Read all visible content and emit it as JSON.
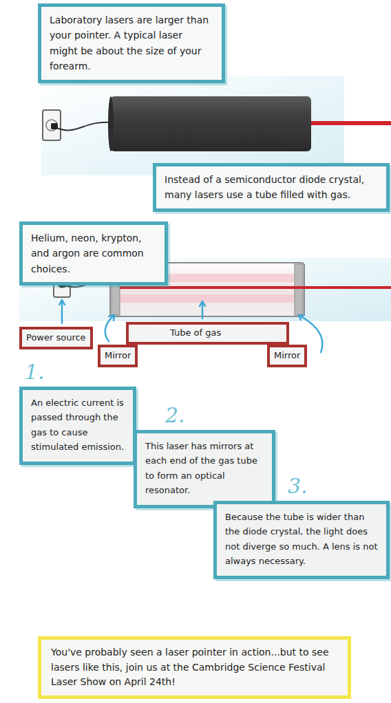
{
  "diagram": {
    "nodes": [
      {
        "text": [
          "Laboratory lasers are larger than your pointer. A typical laser might be about the size of your forearm."
        ]
      },
      {
        "text": [
          "Instead of a semiconductor diode crystal, many lasers use a tube filled with gas."
        ]
      },
      {
        "text": [
          "Helium, neon, krypton, and argon are common choices."
        ]
      },
      {
        "text": [
          "Power source"
        ]
      },
      {
        "text": [
          "Tube of gas"
        ]
      },
      {
        "text": [
          "Mirror"
        ]
      },
      {
        "text": [
          "Mirror"
        ]
      },
      {
        "text": [
          "An electric current is passed through the gas to cause stimulated emission."
        ]
      },
      {
        "text": [
          "This laser has mirrors at each end of the gas tube to form an optical resonator."
        ]
      },
      {
        "text": [
          "Because the tube is wider than the diode crystal, the light does not diverge so much. A lens is not always necessary."
        ]
      },
      {
        "text": [
          "You've probably seen a laser pointer in action...but to see lasers like this, join us at the Cambridge Science Festival Laser Show on April 24th!"
        ]
      }
    ],
    "labels": [
      "1.",
      "2.",
      "3."
    ]
  }
}
